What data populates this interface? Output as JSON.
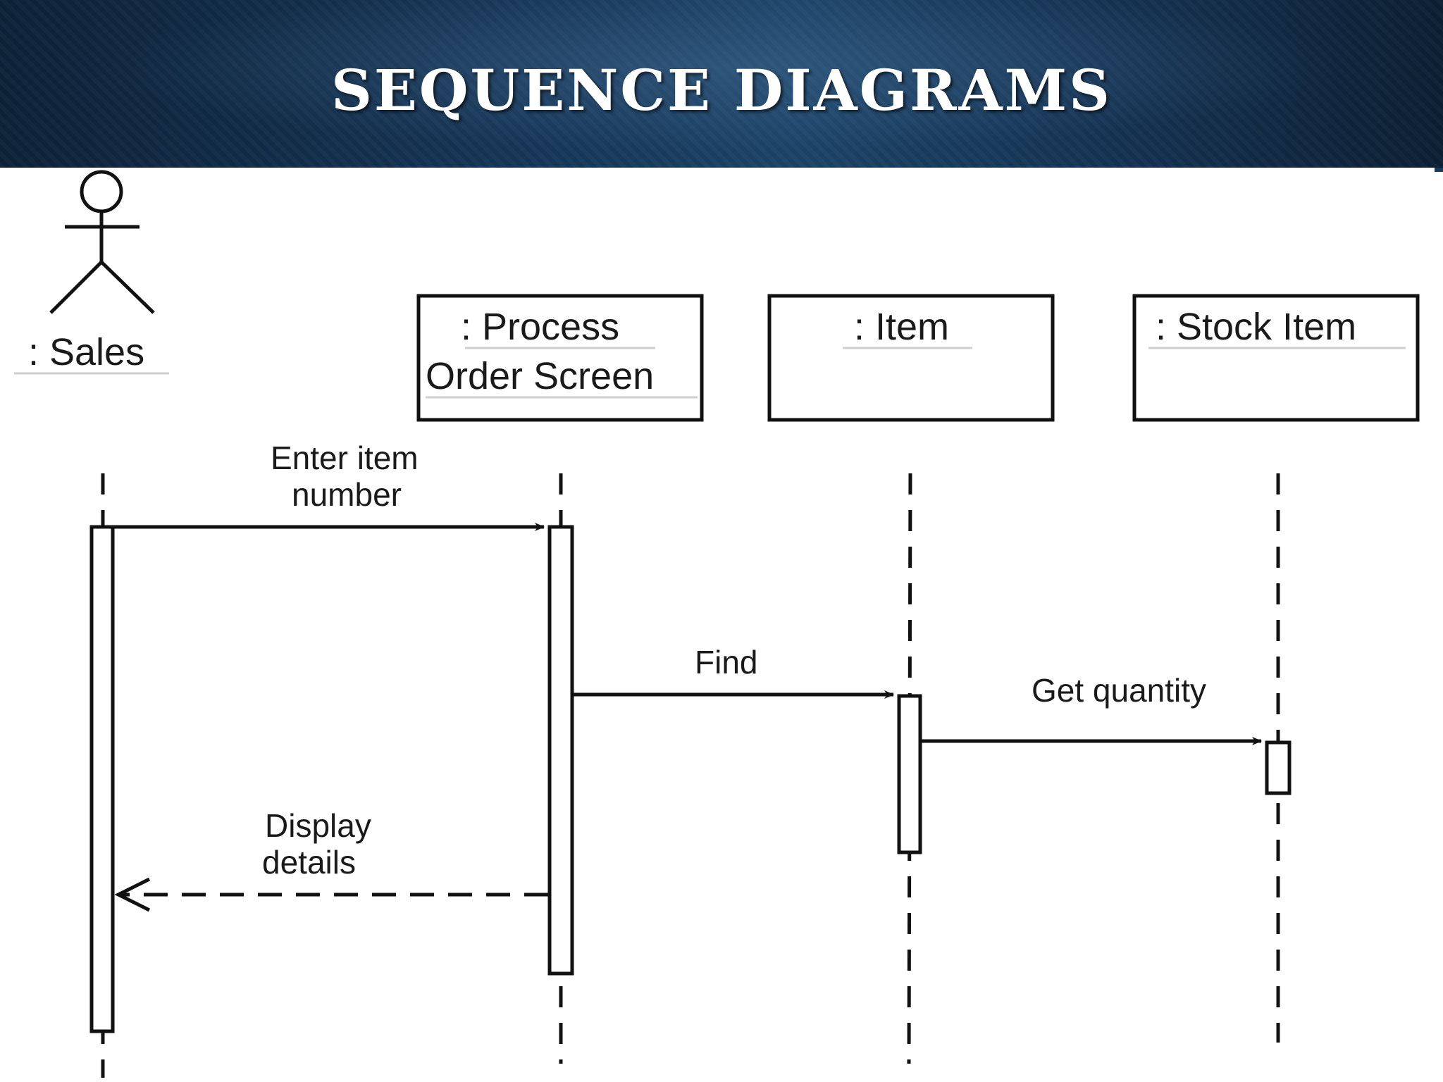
{
  "slide": {
    "title": "SEQUENCE DIAGRAMS"
  },
  "diagram": {
    "actor": {
      "label": ": Sales"
    },
    "objects": [
      {
        "line1": ": Process",
        "line2": "Order Screen"
      },
      {
        "line1": ": Item",
        "line2": ""
      },
      {
        "line1": ": Stock Item",
        "line2": ""
      }
    ],
    "messages": [
      {
        "line1": "Enter item",
        "line2": "number",
        "type": "synchronous"
      },
      {
        "line1": "Find",
        "line2": "",
        "type": "synchronous"
      },
      {
        "line1": "Get quantity",
        "line2": "",
        "type": "synchronous"
      },
      {
        "line1": "Display",
        "line2": "details",
        "type": "return"
      }
    ]
  }
}
